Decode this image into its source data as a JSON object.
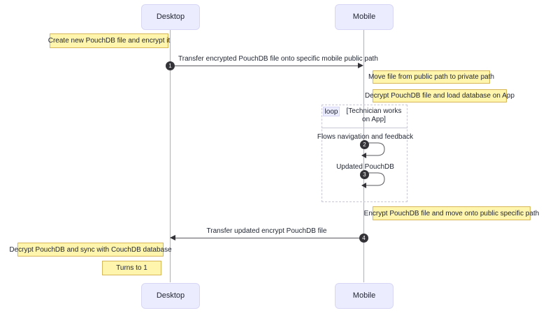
{
  "diagram": {
    "type": "sequence-diagram",
    "colors": {
      "participant_fill": "#ececff",
      "participant_border": "#d7d7f5",
      "note_fill": "#fff5ad",
      "note_border": "#d6b656",
      "line": "#5a5a5f",
      "lifeline": "#b0b0b8",
      "badge_fill": "#333338",
      "badge_text": "#ffffff"
    },
    "participants": [
      {
        "id": "desktop",
        "label": "Desktop"
      },
      {
        "id": "mobile",
        "label": "Mobile"
      }
    ],
    "participants_bottom": [
      {
        "id": "desktop",
        "label": "Desktop"
      },
      {
        "id": "mobile",
        "label": "Mobile"
      }
    ],
    "messages": [
      {
        "seq": "1",
        "label": "Transfer encrypted PouchDB file onto specific mobile public path",
        "from": "desktop",
        "to": "mobile",
        "direction": "right"
      },
      {
        "seq": "2",
        "label": "Flows navigation and feedback",
        "from": "mobile",
        "to": "mobile",
        "direction": "self"
      },
      {
        "seq": "3",
        "label": "Updated PouchDB",
        "from": "mobile",
        "to": "mobile",
        "direction": "self"
      },
      {
        "seq": "4",
        "label": "Transfer updated encrypt PouchDB file",
        "from": "mobile",
        "to": "desktop",
        "direction": "left"
      }
    ],
    "notes": [
      {
        "id": "note-create",
        "text": "Create new PouchDB file and encrypt it",
        "side": "desktop"
      },
      {
        "id": "note-move",
        "text": "Move file from public path to private path",
        "side": "mobile"
      },
      {
        "id": "note-decrypt-load",
        "text": "Decrypt PouchDB file and load database on App",
        "side": "mobile"
      },
      {
        "id": "note-encrypt-move",
        "text": "Encrypt PouchDB file and move onto public specific path",
        "side": "mobile"
      },
      {
        "id": "note-decrypt-sync",
        "text": "Decrypt PouchDB and sync with CouchDB database",
        "side": "desktop"
      },
      {
        "id": "note-turns",
        "text": "Turns to 1",
        "side": "desktop"
      }
    ],
    "loop": {
      "keyword": "loop",
      "condition": "[Technician works on App]"
    }
  }
}
